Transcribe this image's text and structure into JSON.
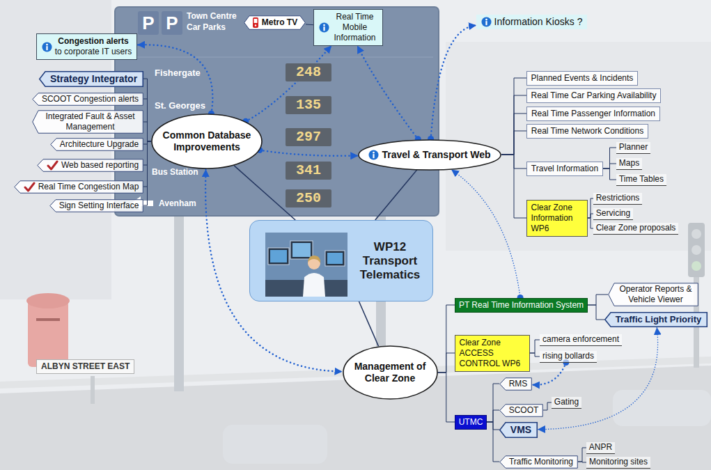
{
  "diagram": {
    "nodes": [
      {
        "text": [
          "Congestion alerts",
          "to corporate IT users"
        ]
      },
      {
        "text": [
          "Metro TV"
        ]
      },
      {
        "text": [
          "Real Time Mobile Information"
        ]
      },
      {
        "text": [
          "Information Kiosks ?"
        ]
      },
      {
        "text": [
          "Strategy Integrator"
        ]
      },
      {
        "text": [
          "SCOOT Congestion alerts"
        ]
      },
      {
        "text": [
          "Integrated Fault & Asset Management"
        ]
      },
      {
        "text": [
          "Architecture Upgrade"
        ]
      },
      {
        "text": [
          "Web based reporting"
        ]
      },
      {
        "text": [
          "Real Time Congestion Map"
        ]
      },
      {
        "text": [
          "Sign Setting Interface"
        ]
      },
      {
        "text": [
          "Common Database Improvements"
        ]
      },
      {
        "text": [
          "Travel & Transport Web"
        ]
      },
      {
        "text": [
          "Planned Events & Incidents"
        ]
      },
      {
        "text": [
          "Real Time Car Parking Availability"
        ]
      },
      {
        "text": [
          "Real Time Passenger Information"
        ]
      },
      {
        "text": [
          "Real Time Network Conditions"
        ]
      },
      {
        "text": [
          "Travel Information"
        ]
      },
      {
        "text": [
          "Planner"
        ]
      },
      {
        "text": [
          "Maps"
        ]
      },
      {
        "text": [
          "Time Tables"
        ]
      },
      {
        "text": [
          "Clear Zone Information WP6"
        ]
      },
      {
        "text": [
          "Restrictions"
        ]
      },
      {
        "text": [
          "Servicing"
        ]
      },
      {
        "text": [
          "Clear Zone proposals"
        ]
      },
      {
        "text": [
          "WP12 Transport Telematics"
        ]
      },
      {
        "text": [
          "Management of Clear Zone"
        ]
      },
      {
        "text": [
          "PT Real Time Information System"
        ]
      },
      {
        "text": [
          "Operator Reports & Vehicle Viewer"
        ]
      },
      {
        "text": [
          "Traffic Light Priority"
        ]
      },
      {
        "text": [
          "Clear Zone ACCESS CONTROL WP6"
        ]
      },
      {
        "text": [
          "camera enforcement"
        ]
      },
      {
        "text": [
          "rising bollards"
        ]
      },
      {
        "text": [
          "UTMC"
        ]
      },
      {
        "text": [
          "RMS"
        ]
      },
      {
        "text": [
          "SCOOT"
        ]
      },
      {
        "text": [
          "Gating"
        ]
      },
      {
        "text": [
          "VMS"
        ]
      },
      {
        "text": [
          "Traffic Monitoring"
        ]
      },
      {
        "text": [
          "ANPR"
        ]
      },
      {
        "text": [
          "Monitoring sites"
        ]
      }
    ],
    "edges": [
      {
        "from": 11,
        "to": 0,
        "arrow": "to"
      },
      {
        "from": 11,
        "to": 2,
        "arrow": "to"
      },
      {
        "from": 12,
        "to": 2,
        "arrow": "to"
      },
      {
        "from": 12,
        "to": 3,
        "arrow": "to"
      },
      {
        "from": 11,
        "to": 12,
        "arrow": "to"
      },
      {
        "from": 11,
        "to": 26,
        "arrow": "both"
      },
      {
        "from": 27,
        "to": 12,
        "arrow": "to"
      },
      {
        "from": 32,
        "to": 34,
        "arrow": "to"
      },
      {
        "from": 29,
        "to": 37,
        "arrow": "both"
      },
      {
        "from": 1,
        "to": 2,
        "arrow": "none"
      },
      {
        "from": 25,
        "to": 11,
        "arrow": "none"
      },
      {
        "from": 25,
        "to": 12,
        "arrow": "none"
      },
      {
        "from": 25,
        "to": 26,
        "arrow": "none"
      },
      {
        "from": 11,
        "to": 4,
        "arrow": "none"
      },
      {
        "from": 11,
        "to": 5,
        "arrow": "none"
      },
      {
        "from": 11,
        "to": 6,
        "arrow": "none"
      },
      {
        "from": 11,
        "to": 7,
        "arrow": "none"
      },
      {
        "from": 11,
        "to": 8,
        "arrow": "none"
      },
      {
        "from": 11,
        "to": 9,
        "arrow": "none"
      },
      {
        "from": 11,
        "to": 10,
        "arrow": "none"
      },
      {
        "from": 12,
        "to": 13,
        "arrow": "none"
      },
      {
        "from": 12,
        "to": 14,
        "arrow": "none"
      },
      {
        "from": 12,
        "to": 15,
        "arrow": "none"
      },
      {
        "from": 12,
        "to": 16,
        "arrow": "none"
      },
      {
        "from": 12,
        "to": 17,
        "arrow": "none"
      },
      {
        "from": 12,
        "to": 21,
        "arrow": "none"
      },
      {
        "from": 17,
        "to": 18,
        "arrow": "none"
      },
      {
        "from": 17,
        "to": 19,
        "arrow": "none"
      },
      {
        "from": 17,
        "to": 20,
        "arrow": "none"
      },
      {
        "from": 21,
        "to": 22,
        "arrow": "none"
      },
      {
        "from": 21,
        "to": 23,
        "arrow": "none"
      },
      {
        "from": 21,
        "to": 24,
        "arrow": "none"
      },
      {
        "from": 26,
        "to": 27,
        "arrow": "none"
      },
      {
        "from": 26,
        "to": 30,
        "arrow": "none"
      },
      {
        "from": 26,
        "to": 33,
        "arrow": "none"
      },
      {
        "from": 27,
        "to": 28,
        "arrow": "none"
      },
      {
        "from": 27,
        "to": 29,
        "arrow": "none"
      },
      {
        "from": 30,
        "to": 31,
        "arrow": "none"
      },
      {
        "from": 30,
        "to": 32,
        "arrow": "none"
      },
      {
        "from": 33,
        "to": 34,
        "arrow": "none"
      },
      {
        "from": 33,
        "to": 35,
        "arrow": "none"
      },
      {
        "from": 33,
        "to": 37,
        "arrow": "none"
      },
      {
        "from": 33,
        "to": 38,
        "arrow": "none"
      },
      {
        "from": 35,
        "to": 36,
        "arrow": "none"
      },
      {
        "from": 38,
        "to": 39,
        "arrow": "none"
      },
      {
        "from": 38,
        "to": 40,
        "arrow": "none"
      }
    ],
    "labels": [
      "P",
      "P",
      "Town Centre Car Parks",
      "Fishergate",
      "248",
      "St. Georges",
      "135",
      "297",
      "Bus Station",
      "341",
      "Avenham",
      "250",
      "ALBYN STREET EAST"
    ]
  }
}
